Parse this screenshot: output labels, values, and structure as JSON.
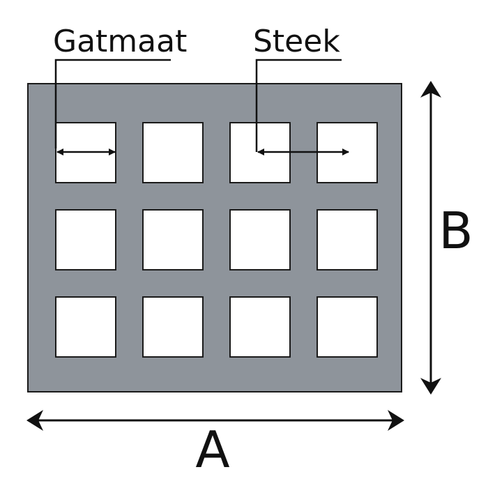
{
  "diagram": {
    "labels": {
      "hole_size": "Gatmaat",
      "pitch": "Steek",
      "width": "A",
      "height": "B"
    },
    "grid": {
      "rows": 3,
      "columns": 4
    },
    "colors": {
      "plate": "#8e949b",
      "plate_border": "#1a1a1a",
      "hole": "#ffffff",
      "lines": "#111111"
    }
  }
}
